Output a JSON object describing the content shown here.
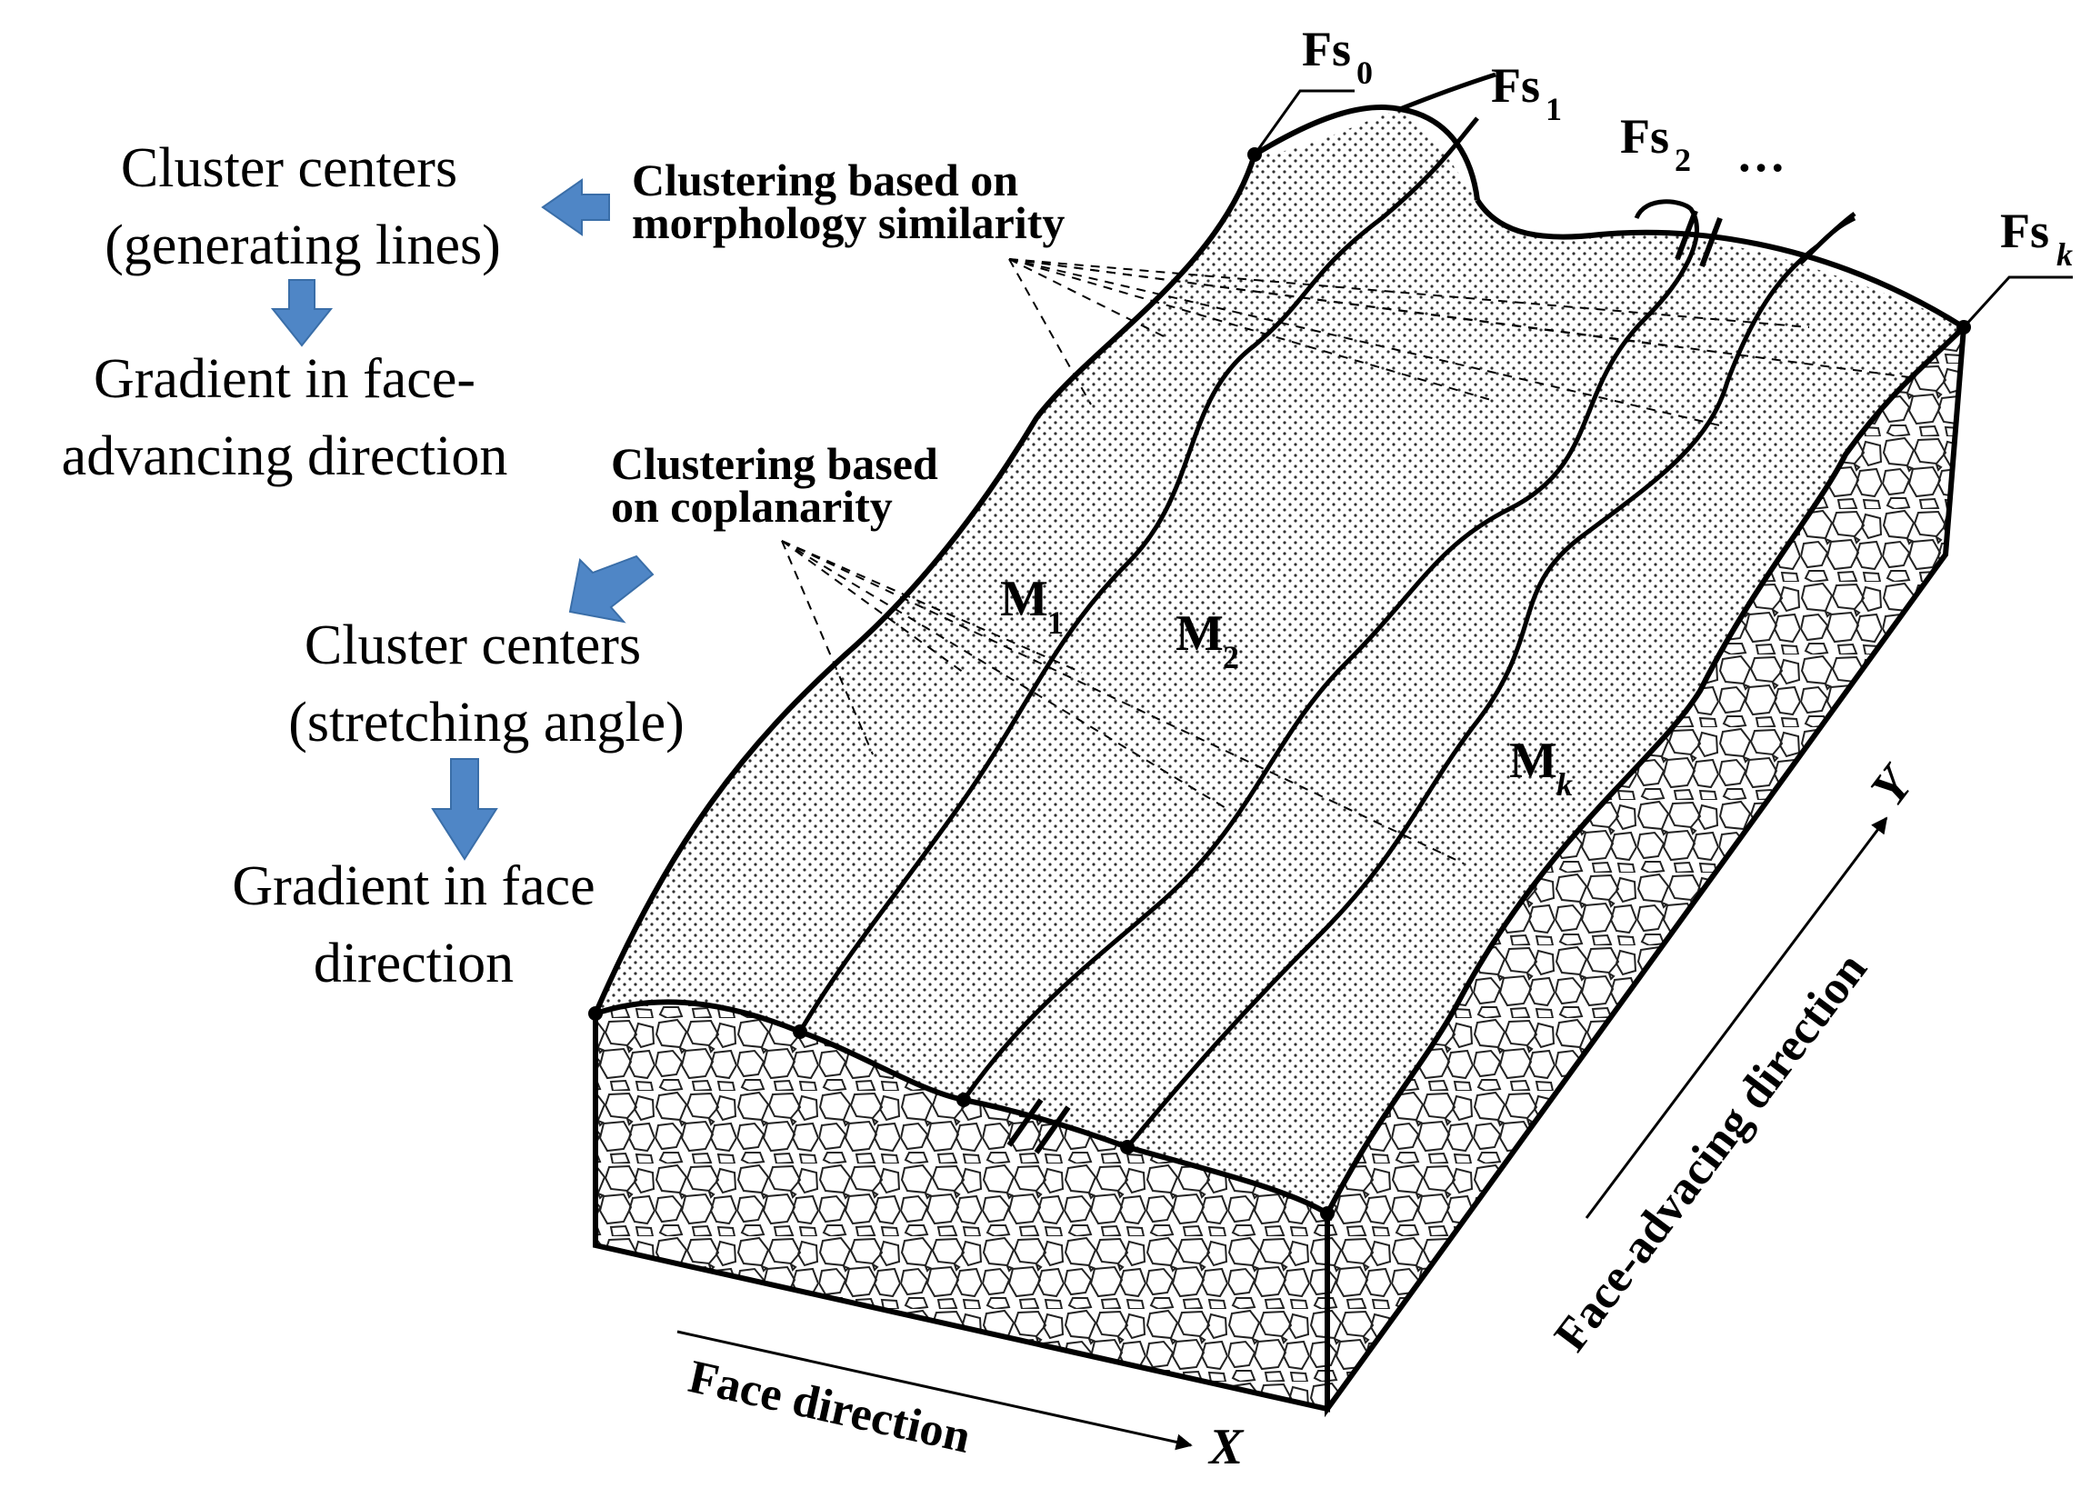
{
  "colors": {
    "arrow_blue": "#4f86c6",
    "ink": "#000000",
    "background": "#ffffff"
  },
  "left_flow": {
    "morphology_branch": {
      "centers_line1": "Cluster centers",
      "centers_line2": "(generating lines)",
      "gradient_line1": "Gradient in face-",
      "gradient_line2": "advancing direction"
    },
    "coplanarity_branch": {
      "centers_line1": "Cluster centers",
      "centers_line2": "(stretching angle)",
      "gradient_line1": "Gradient in face",
      "gradient_line2": "direction"
    },
    "arrows": [
      "arrow-left-icon",
      "arrow-down-icon",
      "arrow-down-left-icon",
      "arrow-down-icon"
    ]
  },
  "annotations": {
    "morphology_line1": "Clustering based on",
    "morphology_line2": "morphology similarity",
    "coplanarity_line1": "Clustering based",
    "coplanarity_line2": "on coplanarity"
  },
  "block": {
    "fs_labels": [
      {
        "base": "Fs",
        "sub": "0"
      },
      {
        "base": "Fs",
        "sub": "1"
      },
      {
        "base": "Fs",
        "sub": "2"
      },
      {
        "base": "Fs",
        "sub": "k"
      }
    ],
    "ellipsis": "…",
    "m_labels": [
      {
        "base": "M",
        "sub": "1"
      },
      {
        "base": "M",
        "sub": "2"
      },
      {
        "base": "M",
        "sub": "k"
      }
    ]
  },
  "axes": {
    "x_label": "Face direction",
    "x_letter": "X",
    "y_label": "Face-advacing direction",
    "y_letter": "Y"
  }
}
